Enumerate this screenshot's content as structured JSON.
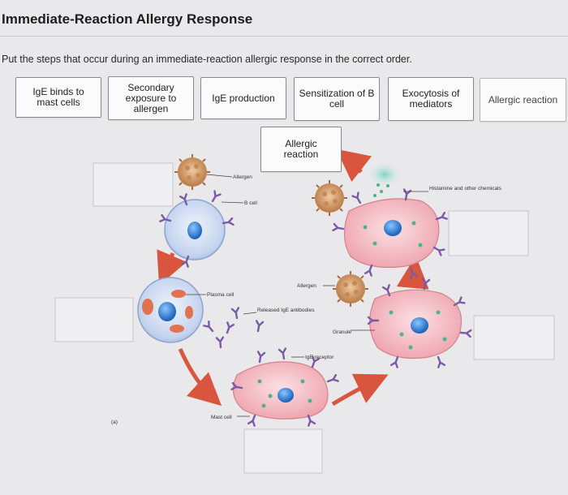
{
  "title": "Immediate-Reaction Allergy Response",
  "instructions": "Put the steps that occur during an immediate-reaction allergic response in the correct order.",
  "cards": [
    {
      "label": "IgE binds to mast cells"
    },
    {
      "label": "Secondary exposure to allergen"
    },
    {
      "label": "IgE production"
    },
    {
      "label": "Sensitization of B cell"
    },
    {
      "label": "Exocytosis of mediators"
    },
    {
      "label": "Allergic reaction"
    }
  ],
  "placed_card": {
    "label": "Allergic reaction"
  },
  "diagram": {
    "labels": {
      "allergen_top": "Allergen",
      "b_cell": "B cell",
      "plasma_cell": "Plasma cell",
      "released_ige": "Released IgE antibodies",
      "allergen_right": "Allergen",
      "granule": "Granule",
      "ige_receptor": "IgE receptor",
      "mast_cell": "Mast cell",
      "histamine": "Histamine and other chemicals",
      "panel_letter": "(a)"
    }
  },
  "colors": {
    "arrow": "#d9553e",
    "mast_cell": "#f3b3bb",
    "b_cell": "#b9c9e8",
    "nucleus": "#2d7ed6",
    "antibody": "#7a5aa6",
    "allergen": "#c98a50"
  }
}
